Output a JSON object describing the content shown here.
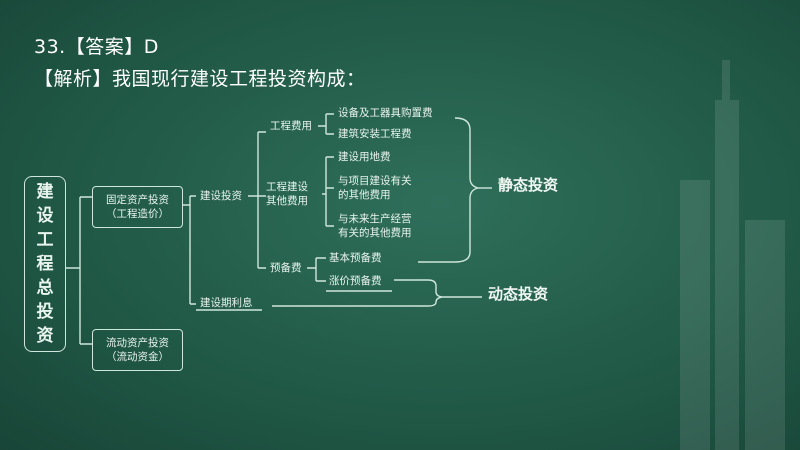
{
  "header": {
    "question": "33.【答案】D",
    "analysis": "【解析】我国现行建设工程投资构成："
  },
  "diagram": {
    "root": [
      "建",
      "设",
      "工",
      "程",
      "总",
      "投",
      "资"
    ],
    "fixed_asset": [
      "固定资产投资",
      "（工程造价）"
    ],
    "working_capital": [
      "流动资产投资",
      "（流动资金）"
    ],
    "construction_investment": "建设投资",
    "interest": "建设期利息",
    "engineering_cost": "工程费用",
    "other_cost": [
      "工程建设",
      "其他费用"
    ],
    "reserve_fee": "预备费",
    "equipment": "设备及工器具购置费",
    "install": "建筑安装工程费",
    "land": "建设用地费",
    "project_related": [
      "与项目建设有关",
      "的其他费用"
    ],
    "future_related": [
      "与未来生产经营",
      "有关的其他费用"
    ],
    "basic_reserve": "基本预备费",
    "price_reserve": "涨价预备费",
    "static_investment": "静态投资",
    "dynamic_investment": "动态投资"
  }
}
